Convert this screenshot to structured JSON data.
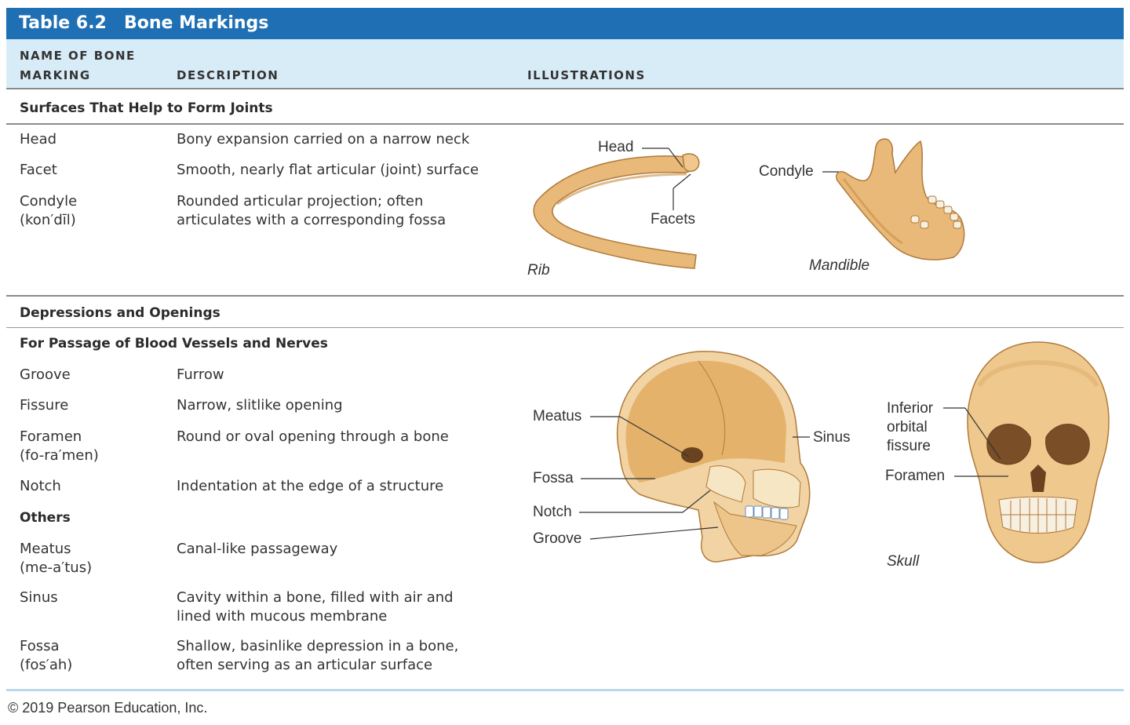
{
  "table": {
    "number": "Table 6.2",
    "title": "Bone Markings",
    "columns": {
      "name_line1": "NAME OF BONE",
      "name_line2": "MARKING",
      "description": "DESCRIPTION",
      "illustrations": "ILLUSTRATIONS"
    }
  },
  "joints": {
    "heading": "Surfaces That Help to Form Joints",
    "rows": [
      {
        "name": "Head",
        "name2": "",
        "desc": "Bony expansion carried on a narrow neck",
        "desc2": ""
      },
      {
        "name": "Facet",
        "name2": "",
        "desc": "Smooth, nearly flat articular (joint) surface",
        "desc2": ""
      },
      {
        "name": "Condyle",
        "name2": "(kon′dīl)",
        "desc": "Rounded articular projection; often",
        "desc2": "articulates with a corresponding fossa"
      }
    ]
  },
  "depressions": {
    "heading": "Depressions and Openings",
    "subheading1": "For Passage of Blood Vessels and Nerves",
    "rows1": [
      {
        "name": "Groove",
        "name2": "",
        "desc": "Furrow",
        "desc2": ""
      },
      {
        "name": "Fissure",
        "name2": "",
        "desc": "Narrow, slitlike opening",
        "desc2": ""
      },
      {
        "name": "Foramen",
        "name2": "(fo-ra′men)",
        "desc": "Round or oval opening through a bone",
        "desc2": ""
      },
      {
        "name": "Notch",
        "name2": "",
        "desc": "Indentation at the edge of a structure",
        "desc2": ""
      }
    ],
    "subheading2": "Others",
    "rows2": [
      {
        "name": "Meatus",
        "name2": "(me-a′tus)",
        "desc": "Canal-like passageway",
        "desc2": ""
      },
      {
        "name": "Sinus",
        "name2": "",
        "desc": "Cavity within a bone, filled with air and",
        "desc2": "lined with mucous membrane"
      },
      {
        "name": "Fossa",
        "name2": "(fos′ah)",
        "desc": "Shallow, basinlike depression in a bone,",
        "desc2": "often serving as an articular surface"
      }
    ]
  },
  "illustrations": {
    "rib": {
      "caption": "Rib",
      "head": "Head",
      "facets": "Facets"
    },
    "mandible": {
      "caption": "Mandible",
      "condyle": "Condyle"
    },
    "skull_side": {
      "meatus": "Meatus",
      "sinus": "Sinus",
      "fossa": "Fossa",
      "notch": "Notch",
      "groove": "Groove"
    },
    "skull_front": {
      "caption": "Skull",
      "inferior_1": "Inferior",
      "inferior_2": "orbital",
      "inferior_3": "fissure",
      "foramen": "Foramen"
    }
  },
  "footer": {
    "copyright": "© 2019 Pearson Education, Inc."
  },
  "colors": {
    "title_bar": "#1f6fb4",
    "header_band": "#d8ecf8",
    "bone": "#e8b978",
    "bone_shadow": "#c98f45"
  }
}
